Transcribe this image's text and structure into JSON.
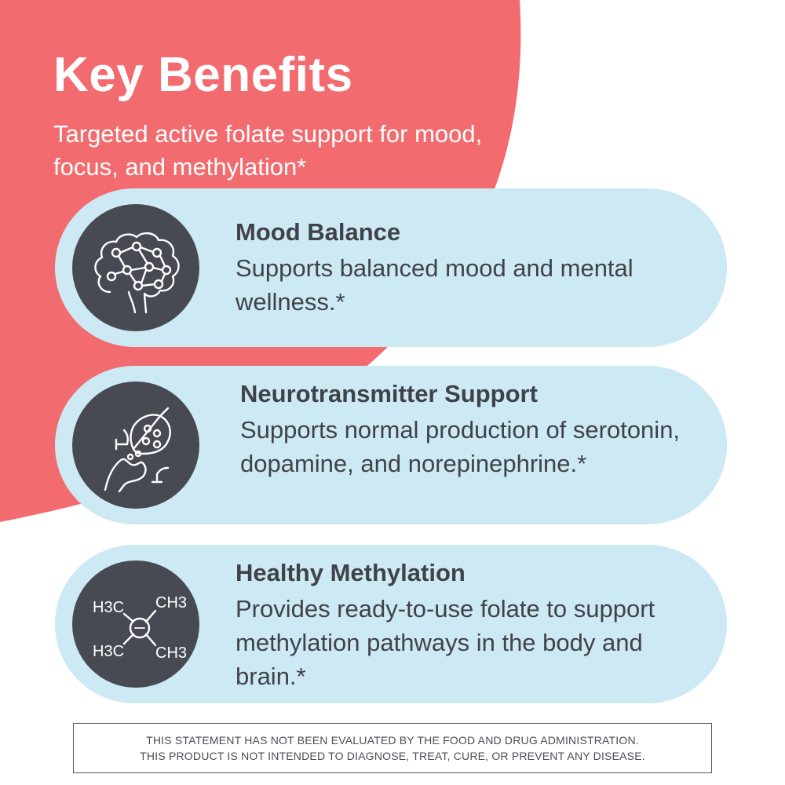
{
  "header": {
    "title": "Key Benefits",
    "subtitle": "Targeted active folate support for mood, focus, and methylation*"
  },
  "benefits": [
    {
      "title": "Mood Balance",
      "description": "Supports balanced mood and mental wellness.*",
      "icon": "brain-network-icon"
    },
    {
      "title": "Neurotransmitter Support",
      "description": "Supports normal production of serotonin, dopamine, and norepinephrine.*",
      "icon": "synapse-icon"
    },
    {
      "title": "Healthy Methylation",
      "description": "Provides ready-to-use folate to support methylation pathways in the body and brain.*",
      "icon": "molecule-icon",
      "molecule_labels": [
        "H3C",
        "CH3",
        "H3C",
        "CH3"
      ]
    }
  ],
  "disclaimer": {
    "line1": "THIS STATEMENT HAS NOT BEEN EVALUATED BY THE FOOD AND DRUG ADMINISTRATION.",
    "line2": "THIS PRODUCT IS NOT INTENDED TO DIAGNOSE, TREAT, CURE, OR PREVENT ANY DISEASE."
  },
  "colors": {
    "accent": "#f26b6f",
    "card": "#cde9f3",
    "icon_circle": "#474a52",
    "text": "#3f4349"
  }
}
